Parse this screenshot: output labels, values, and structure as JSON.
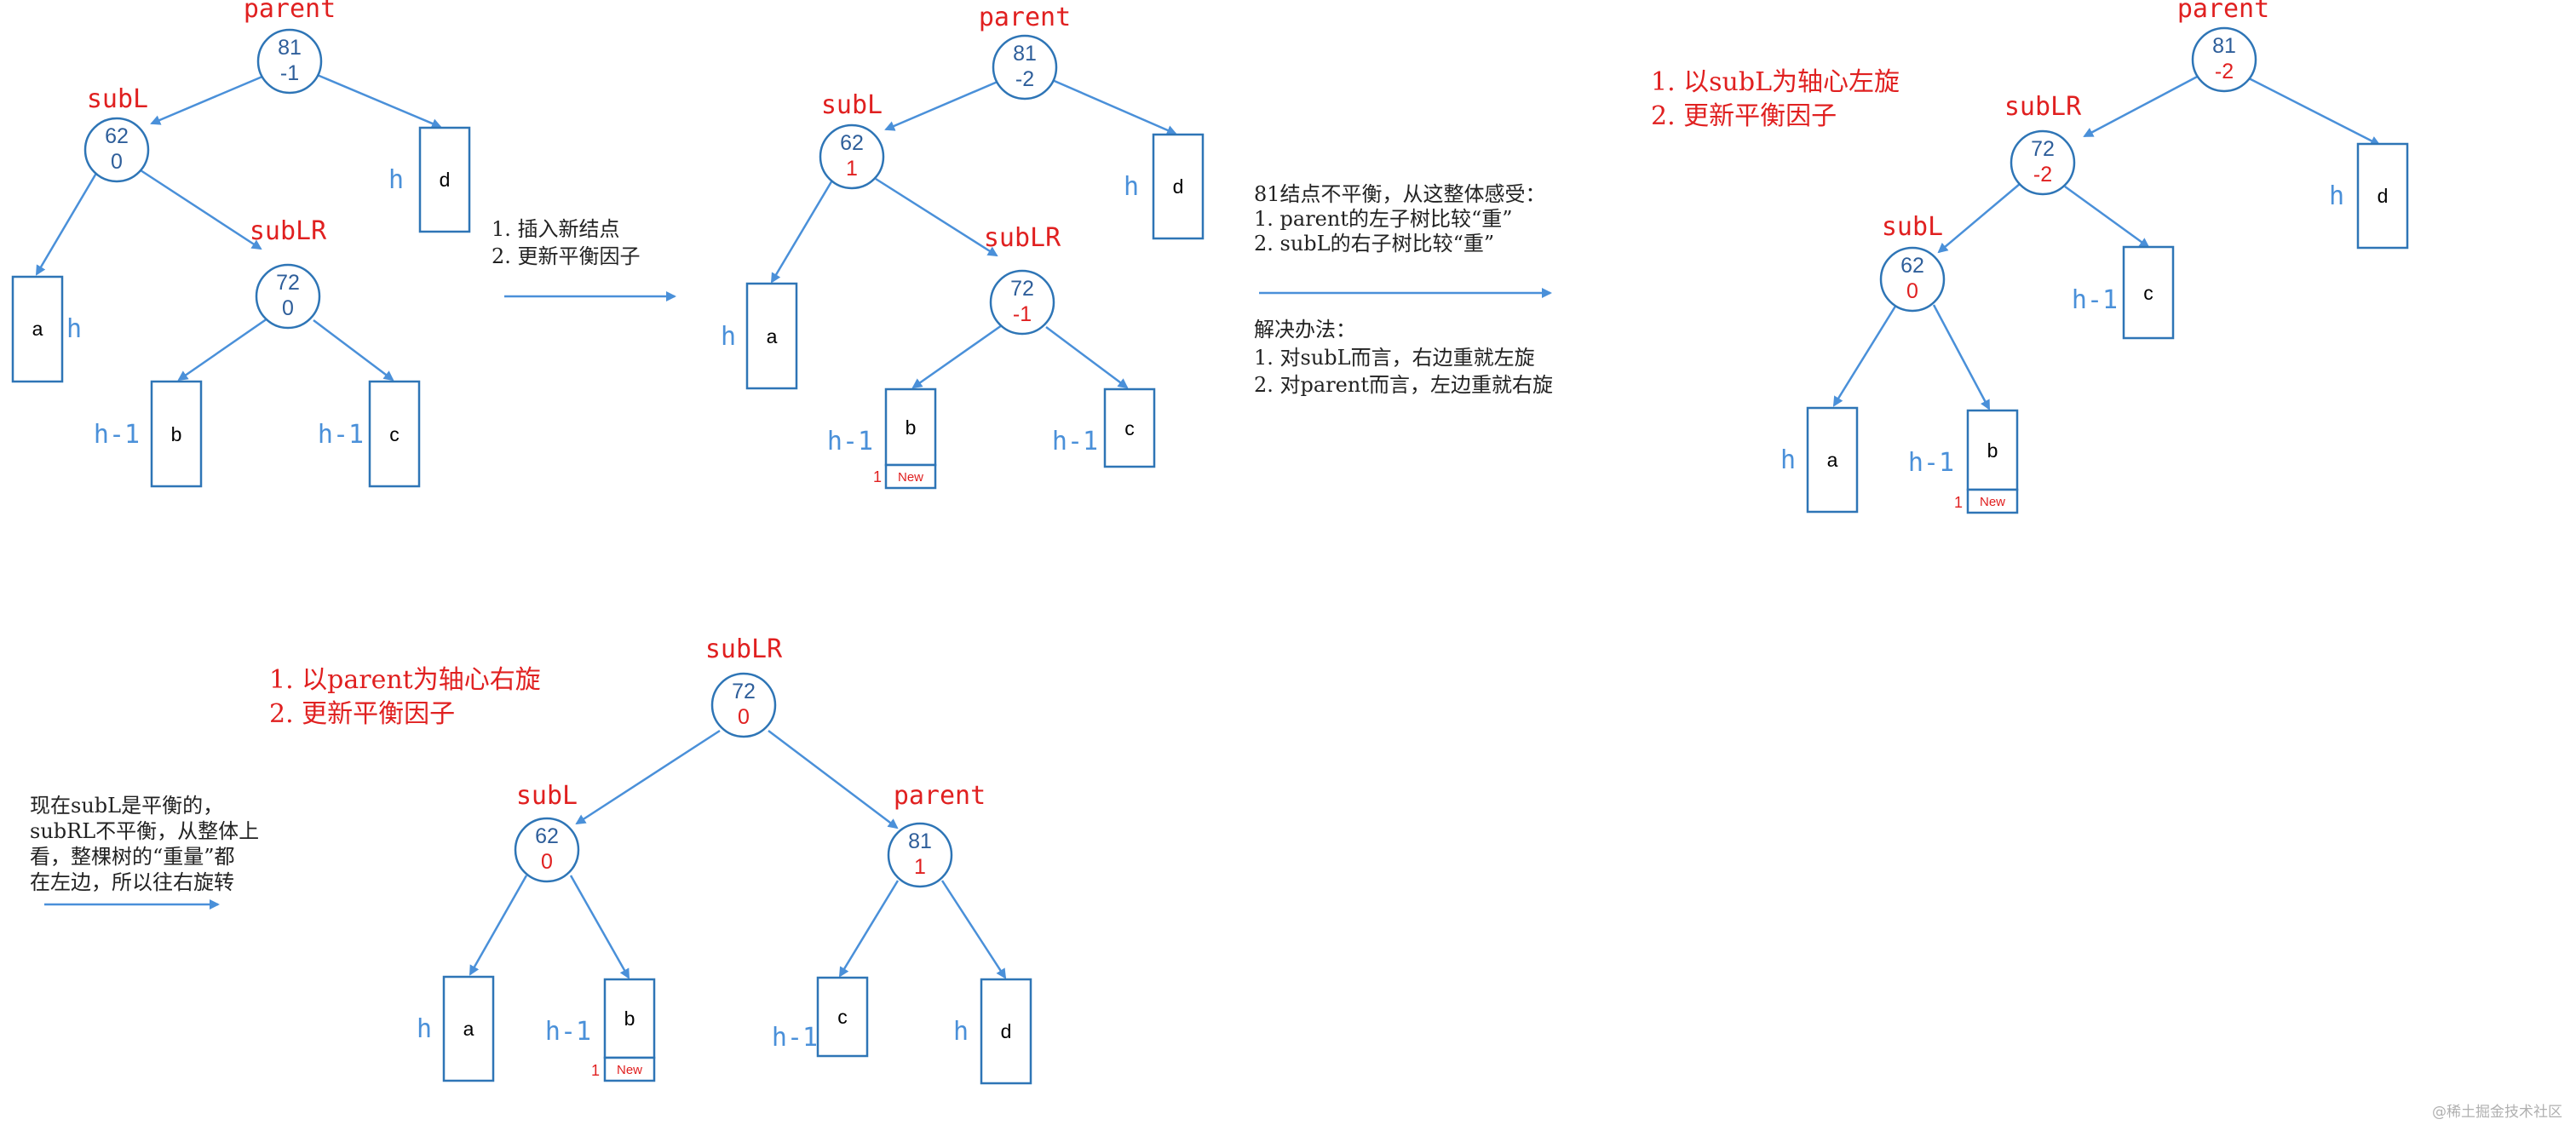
{
  "colors": {
    "edge": "#4A90D9",
    "node_stroke": "#2E75B6",
    "red": "#E02020",
    "blue_text": "#2E5E9A",
    "label_blue": "#4A90D9"
  },
  "nodes": {
    "d1_81": {
      "value": "81",
      "bf": "-1"
    },
    "d1_62": {
      "value": "62",
      "bf": "0"
    },
    "d1_72": {
      "value": "72",
      "bf": "0"
    },
    "d2_81": {
      "value": "81",
      "bf": "-2"
    },
    "d2_62": {
      "value": "62",
      "bf": "1"
    },
    "d2_72": {
      "value": "72",
      "bf": "-1"
    },
    "d3_81": {
      "value": "81",
      "bf": "-2"
    },
    "d3_72": {
      "value": "72",
      "bf": "-2"
    },
    "d3_62": {
      "value": "62",
      "bf": "0"
    },
    "d4_72": {
      "value": "72",
      "bf": "0"
    },
    "d4_62": {
      "value": "62",
      "bf": "0"
    },
    "d4_81": {
      "value": "81",
      "bf": "1"
    }
  },
  "labels": {
    "parent": "parent",
    "subL": "subL",
    "subLR": "subLR",
    "h": "h",
    "h1": "h-1"
  },
  "boxes": {
    "a": "a",
    "b": "b",
    "c": "c",
    "d": "d",
    "new": "New",
    "one": "1"
  },
  "steps1": [
    "1.  插入新结点",
    "2.  更新平衡因子"
  ],
  "analysis": {
    "line1": "81结点不平衡，从这整体感受：",
    "line2": "1.  parent的左子树比较“重”",
    "line3": "2.  subL的右子树比较“重”",
    "line4": "解决办法：",
    "line5": "1.  对subL而言，右边重就左旋",
    "line6": "2.  对parent而言，左边重就右旋"
  },
  "steps3": [
    "1.  以subL为轴心左旋",
    "2.  更新平衡因子"
  ],
  "steps4": [
    "1.  以parent为轴心右旋",
    "2.  更新平衡因子"
  ],
  "left_note": [
    "现在subL是平衡的，",
    "subRL不平衡，从整体上",
    "看，整棵树的“重量”都",
    "在左边，所以往右旋转"
  ],
  "watermark": "@稀土掘金技术社区"
}
